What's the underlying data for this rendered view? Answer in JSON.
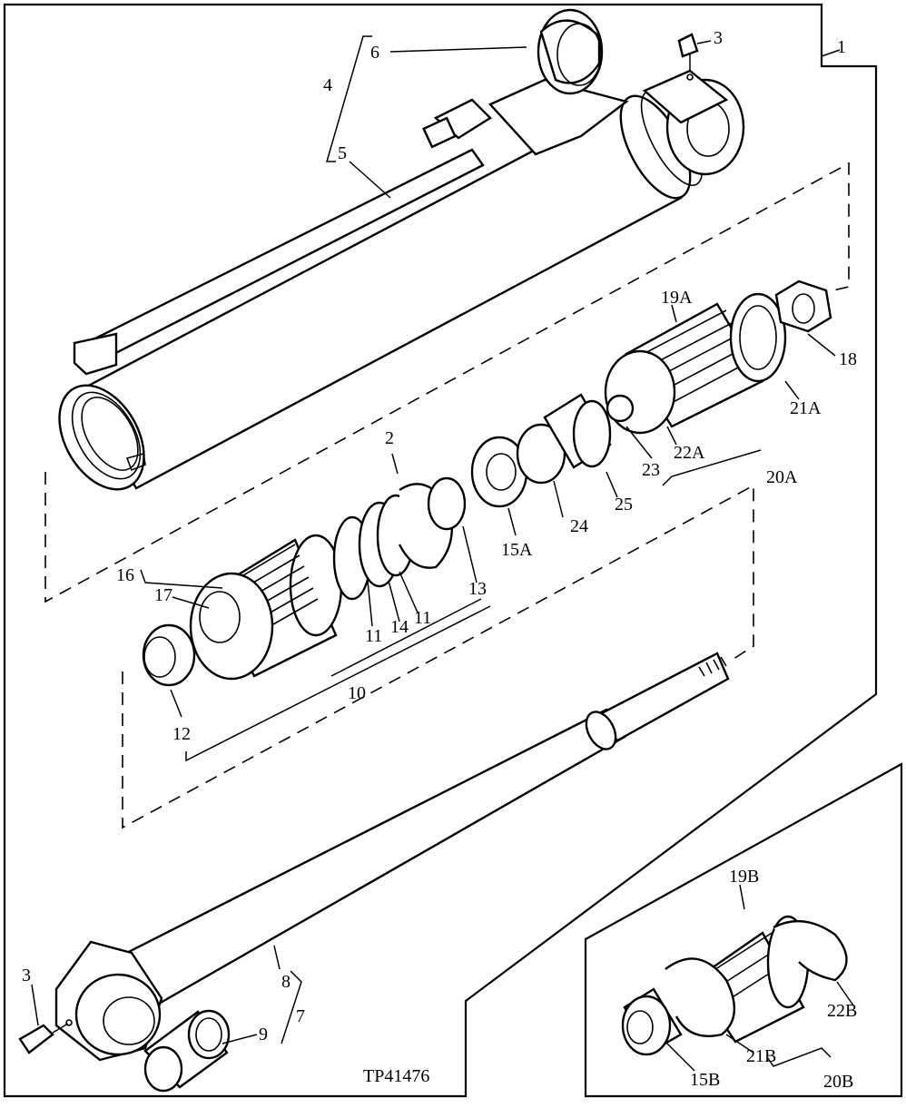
{
  "figure_code": "TP41476",
  "callouts": {
    "c1": "1",
    "c2": "2",
    "c3_top": "3",
    "c3_bottom": "3",
    "c4": "4",
    "c5": "5",
    "c6": "6",
    "c7": "7",
    "c8": "8",
    "c9": "9",
    "c10": "10",
    "c11_a": "11",
    "c11_b": "11",
    "c12": "12",
    "c13": "13",
    "c14": "14",
    "c15A": "15A",
    "c15B": "15B",
    "c16": "16",
    "c17": "17",
    "c18": "18",
    "c19A": "19A",
    "c19B": "19B",
    "c20A": "20A",
    "c20B": "20B",
    "c21A": "21A",
    "c21B": "21B",
    "c22A": "22A",
    "c22B": "22B",
    "c23": "23",
    "c24": "24",
    "c25": "25"
  }
}
